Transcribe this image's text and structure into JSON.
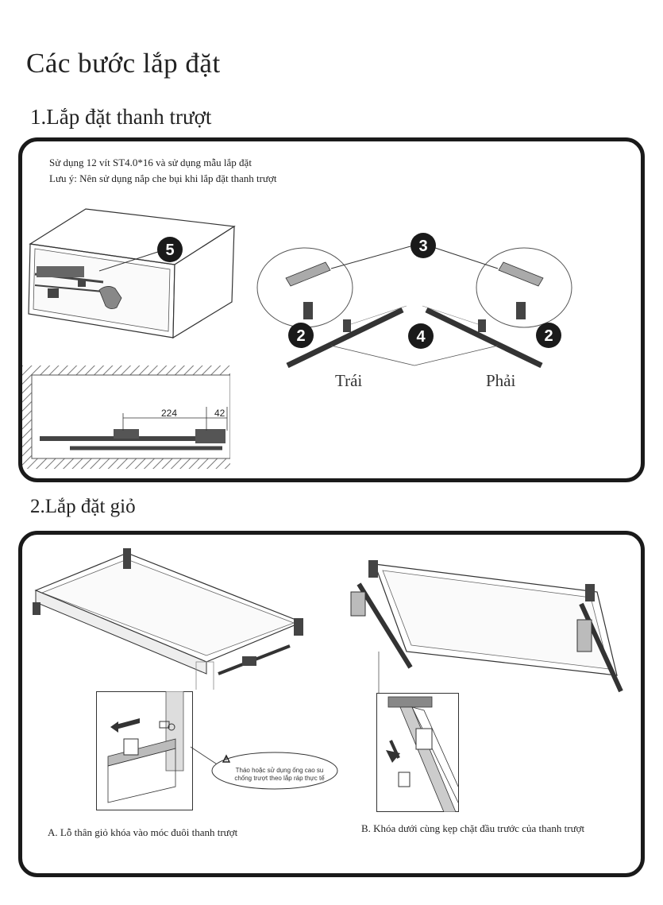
{
  "page_title": "Các bước lắp đặt",
  "step1": {
    "heading": "1.Lắp đặt thanh trượt",
    "note_line1": "Sử dụng 12 vít  ST4.0*16 và sử dụng mẫu lắp đặt",
    "note_line2": "Lưu ý: Nên sử dụng nắp che bụi khi lắp đặt thanh trượt",
    "callouts": [
      "5",
      "3",
      "2",
      "4",
      "2"
    ],
    "label_left": "Trái",
    "label_right": "Phải",
    "dim_a": "224",
    "dim_b": "42"
  },
  "step2": {
    "heading": "2.Lắp đặt giỏ",
    "warning_text_line1": "Tháo hoặc sử dụng ống cao su",
    "warning_text_line2": "chống trượt theo lắp ráp thực tế",
    "caption_a": "A. Lỗ thân giỏ khóa vào móc đuôi thanh trượt",
    "caption_b": "B. Khóa dưới cùng kẹp chặt đầu trước của thanh trượt"
  },
  "colors": {
    "frame": "#1a1a1a",
    "callout": "#1a1a1a",
    "hatch": "#555555"
  }
}
